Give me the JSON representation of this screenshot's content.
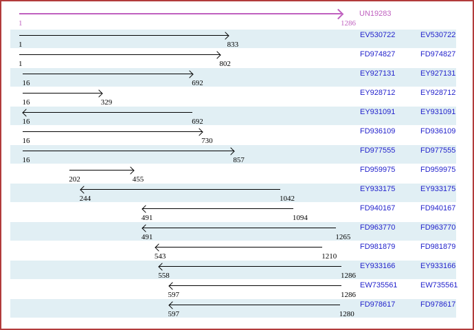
{
  "viewer": {
    "colors": {
      "border": "#b23b3b",
      "row_band": "#e1eff4",
      "accession_link": "#2222cc",
      "consensus": "#bf5fbf",
      "alignment_arrow": "#000000"
    },
    "consensus": {
      "id": "UN19283",
      "start": 1,
      "end": 1286,
      "strand": "+"
    },
    "rows": [
      {
        "id": "EV530722",
        "start": 1,
        "end": 833,
        "strand": "+",
        "shaded": true
      },
      {
        "id": "FD974827",
        "start": 1,
        "end": 802,
        "strand": "+",
        "shaded": false
      },
      {
        "id": "EY927131",
        "start": 16,
        "end": 692,
        "strand": "+",
        "shaded": true
      },
      {
        "id": "EY928712",
        "start": 16,
        "end": 329,
        "strand": "+",
        "shaded": false
      },
      {
        "id": "EY931091",
        "start": 16,
        "end": 692,
        "strand": "-",
        "shaded": true
      },
      {
        "id": "FD936109",
        "start": 16,
        "end": 730,
        "strand": "+",
        "shaded": false
      },
      {
        "id": "FD977555",
        "start": 16,
        "end": 857,
        "strand": "+",
        "shaded": true
      },
      {
        "id": "FD959975",
        "start": 202,
        "end": 455,
        "strand": "+",
        "shaded": false
      },
      {
        "id": "EY933175",
        "start": 244,
        "end": 1042,
        "strand": "-",
        "shaded": true
      },
      {
        "id": "FD940167",
        "start": 491,
        "end": 1094,
        "strand": "-",
        "shaded": false
      },
      {
        "id": "FD963770",
        "start": 491,
        "end": 1265,
        "strand": "-",
        "shaded": true
      },
      {
        "id": "FD981879",
        "start": 543,
        "end": 1210,
        "strand": "-",
        "shaded": false
      },
      {
        "id": "EY933166",
        "start": 558,
        "end": 1286,
        "strand": "-",
        "shaded": true
      },
      {
        "id": "EW735561",
        "start": 597,
        "end": 1286,
        "strand": "-",
        "shaded": false
      },
      {
        "id": "FD978617",
        "start": 597,
        "end": 1280,
        "strand": "-",
        "shaded": true
      }
    ]
  }
}
